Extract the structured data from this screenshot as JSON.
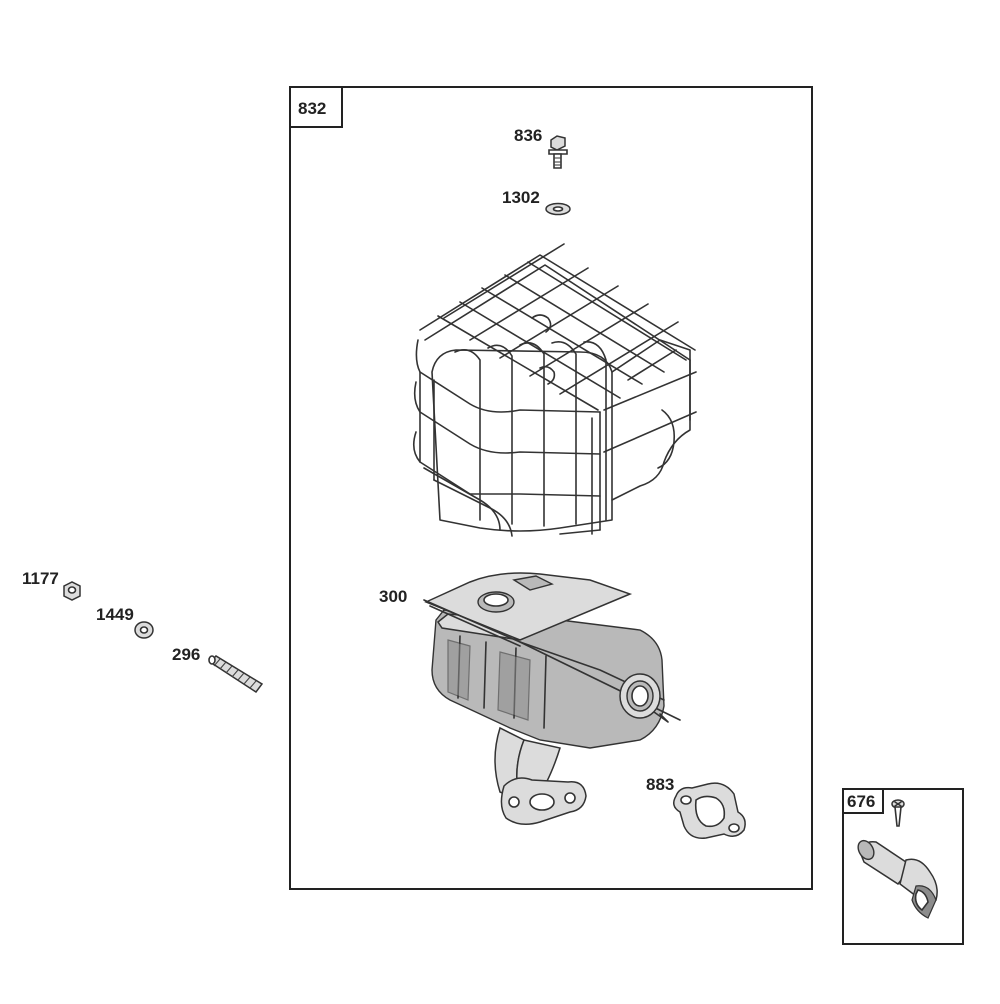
{
  "callouts": {
    "group_main": "832",
    "bolt": "836",
    "washer_top": "1302",
    "muffler": "300",
    "gasket": "883",
    "nut": "1177",
    "washer_side": "1449",
    "stud": "296",
    "group_deflector": "676"
  },
  "icons": {
    "bolt": "bolt-icon",
    "washer": "washer-icon",
    "guard": "muffler-guard-icon",
    "muffler": "muffler-icon",
    "gasket": "gasket-icon",
    "nut": "hex-nut-icon",
    "stud": "threaded-stud-icon",
    "screw": "screw-icon",
    "deflector": "spark-deflector-icon"
  },
  "colors": {
    "line": "#333333",
    "shade_light": "#dcdcdc",
    "shade_mid": "#b9b9b9",
    "shade_dark": "#8c8c8c"
  }
}
